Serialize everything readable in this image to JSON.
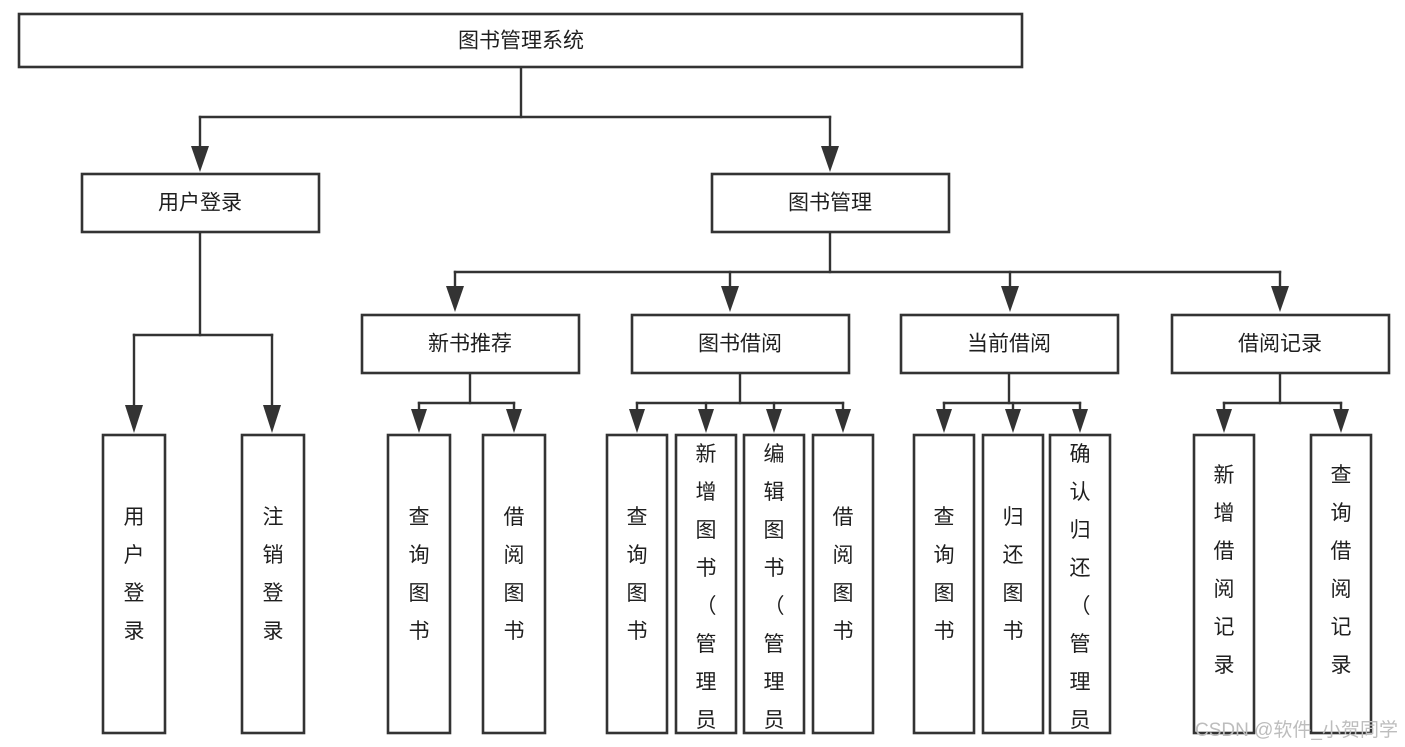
{
  "diagram": {
    "type": "tree-hierarchy-chart",
    "title": "图书管理系统",
    "colors": {
      "box_fill": "#ffffff",
      "box_stroke": "#333333",
      "text": "#1f1f1f",
      "connector": "#333333",
      "watermark": "#bdbdbd",
      "background": "#ffffff"
    },
    "root": {
      "label": "图书管理系统",
      "orientation": "horizontal"
    },
    "level2": [
      {
        "label": "用户登录",
        "orientation": "horizontal"
      },
      {
        "label": "图书管理",
        "orientation": "horizontal"
      }
    ],
    "level3": [
      {
        "label": "新书推荐",
        "orientation": "horizontal"
      },
      {
        "label": "图书借阅",
        "orientation": "horizontal"
      },
      {
        "label": "当前借阅",
        "orientation": "horizontal"
      },
      {
        "label": "借阅记录",
        "orientation": "horizontal"
      }
    ],
    "leaves": {
      "user_login": [
        {
          "label": "用户登录",
          "orientation": "vertical"
        },
        {
          "label": "注销登录",
          "orientation": "vertical"
        }
      ],
      "new_book_recommend": [
        {
          "label": "查询图书",
          "orientation": "vertical"
        },
        {
          "label": "借阅图书",
          "orientation": "vertical"
        }
      ],
      "book_borrow": [
        {
          "label": "查询图书",
          "orientation": "vertical"
        },
        {
          "label": "新增图书（管理员）",
          "orientation": "vertical"
        },
        {
          "label": "编辑图书（管理员）",
          "orientation": "vertical"
        },
        {
          "label": "借阅图书",
          "orientation": "vertical"
        }
      ],
      "current_borrow": [
        {
          "label": "查询图书",
          "orientation": "vertical"
        },
        {
          "label": "归还图书",
          "orientation": "vertical"
        },
        {
          "label": "确认归还（管理员）",
          "orientation": "vertical"
        }
      ],
      "borrow_record": [
        {
          "label": "新增借阅记录",
          "orientation": "vertical"
        },
        {
          "label": "查询借阅记录",
          "orientation": "vertical"
        }
      ]
    },
    "watermark": "CSDN @软件_小贺同学"
  }
}
